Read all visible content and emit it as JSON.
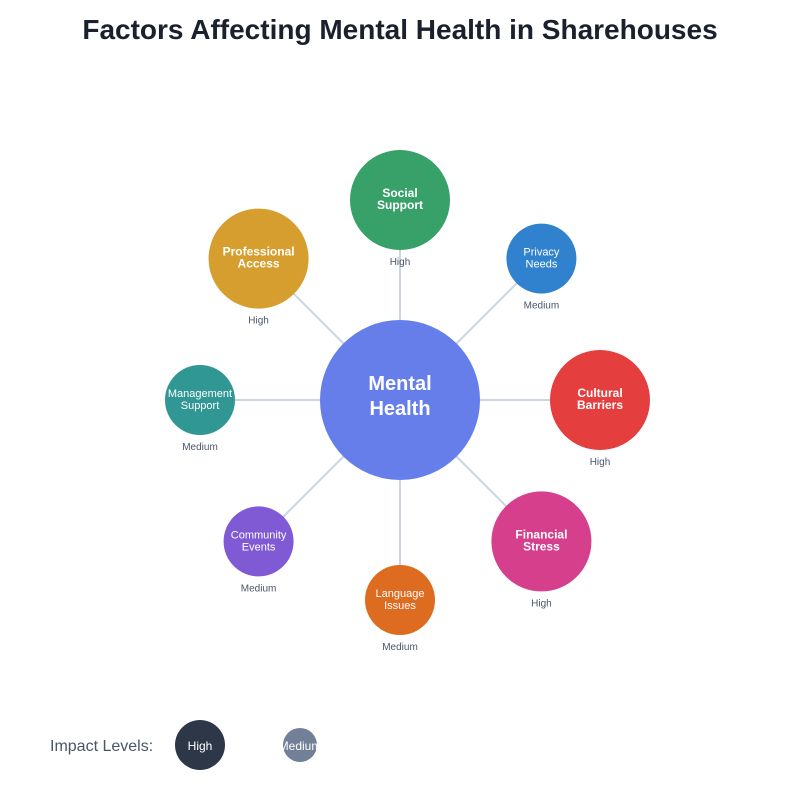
{
  "title": "Factors Affecting Mental Health in Sharehouses",
  "center": {
    "lines": [
      "Mental",
      "Health"
    ],
    "color": "#667eea"
  },
  "factors": [
    {
      "lines": [
        "Social",
        "Support"
      ],
      "impact": "High",
      "color": "#38a169"
    },
    {
      "lines": [
        "Privacy",
        "Needs"
      ],
      "impact": "Medium",
      "color": "#3182ce"
    },
    {
      "lines": [
        "Cultural",
        "Barriers"
      ],
      "impact": "High",
      "color": "#e53e3e"
    },
    {
      "lines": [
        "Financial",
        "Stress"
      ],
      "impact": "High",
      "color": "#d53f8c"
    },
    {
      "lines": [
        "Language",
        "Issues"
      ],
      "impact": "Medium",
      "color": "#dd6b20"
    },
    {
      "lines": [
        "Community",
        "Events"
      ],
      "impact": "Medium",
      "color": "#805ad5"
    },
    {
      "lines": [
        "Management",
        "Support"
      ],
      "impact": "Medium",
      "color": "#319795"
    },
    {
      "lines": [
        "Professional",
        "Access"
      ],
      "impact": "High",
      "color": "#d69e2e"
    }
  ],
  "legend": {
    "label": "Impact Levels:",
    "items": [
      {
        "label": "High",
        "color": "#2d3748"
      },
      {
        "label": "Medium",
        "color": "#718096"
      }
    ]
  },
  "connector_color": "#cbd5e0"
}
